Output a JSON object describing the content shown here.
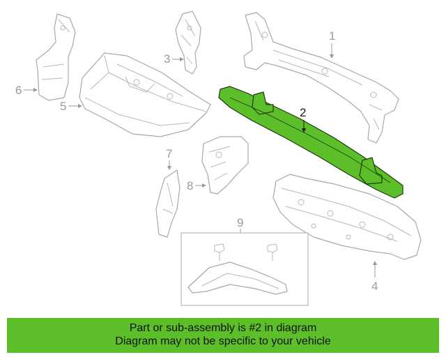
{
  "diagram": {
    "highlight_color": "#5cbf2a",
    "callouts": {
      "c1": "1",
      "c2": "2",
      "c3": "3",
      "c4": "4",
      "c5": "5",
      "c6": "6",
      "c7": "7",
      "c8": "8",
      "c9": "9"
    }
  },
  "banner": {
    "line1": "Part or sub-assembly is #2 in diagram",
    "line2": "Diagram may not be specific to your vehicle",
    "background": "#5cbf2a"
  }
}
